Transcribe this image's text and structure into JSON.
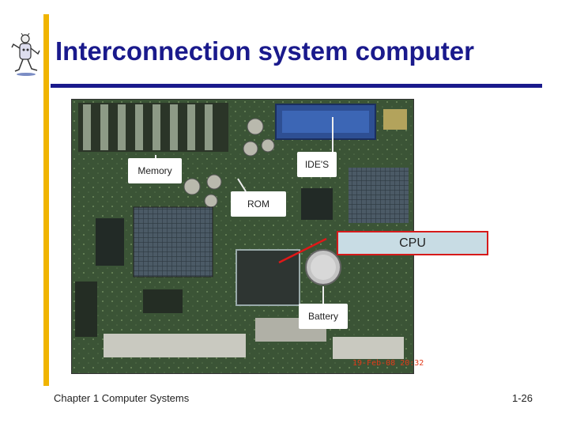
{
  "slide": {
    "title": "Interconnection system computer"
  },
  "figure": {
    "labels": {
      "memory": "Memory",
      "ide": "IDE'S",
      "rom": "ROM",
      "battery": "Battery",
      "cpu": "CPU"
    },
    "timestamp": "19-Feb-08 20:32"
  },
  "footer": {
    "chapter": "Chapter 1 Computer Systems",
    "page": "1-26"
  },
  "colors": {
    "title": "#1a1a8c",
    "accent_bar": "#f0b400",
    "rule": "#1a1a8c",
    "cpu_box_fill": "#c8dce4",
    "cpu_box_border": "#d61a1a",
    "pointer_line": "#e01818"
  }
}
